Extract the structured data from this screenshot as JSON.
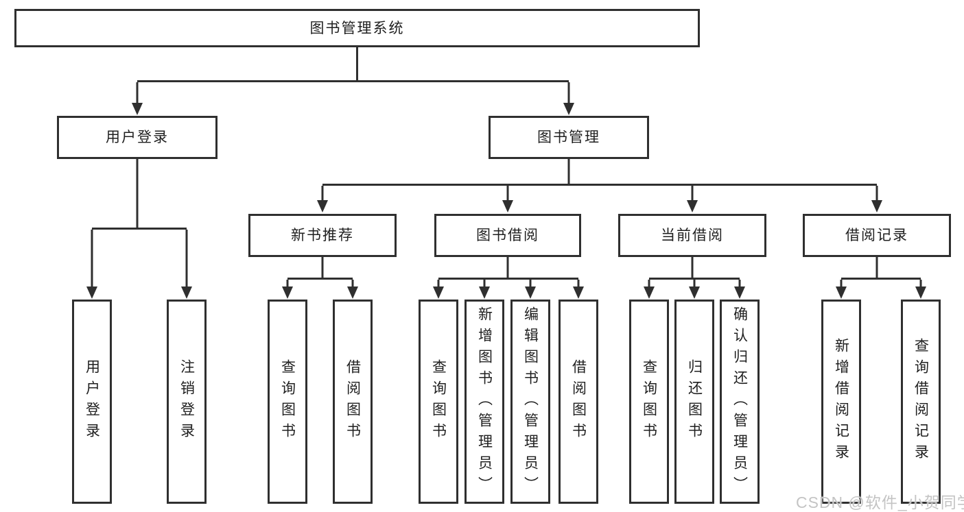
{
  "diagram": {
    "title": "图书管理系统",
    "root": "图书管理系统",
    "level2": {
      "user_login": "用户登录",
      "book_mgmt": "图书管理"
    },
    "level3": {
      "new_books": "新书推荐",
      "book_borrow": "图书借阅",
      "current_borrow": "当前借阅",
      "borrow_records": "借阅记录"
    },
    "leaves": {
      "user_login": [
        "用户登录",
        "注销登录"
      ],
      "new_books": [
        "查询图书",
        "借阅图书"
      ],
      "book_borrow": [
        "查询图书",
        "新增图书（管理员）",
        "编辑图书（管理员）",
        "借阅图书"
      ],
      "current_borrow": [
        "查询图书",
        "归还图书",
        "确认归还（管理员）"
      ],
      "borrow_records": [
        "新增借阅记录",
        "查询借阅记录"
      ]
    }
  },
  "colors": {
    "line": "#2f2f2f",
    "box_background": "#ffffff",
    "text": "#1f1f1f",
    "watermark": "#c4c4c4"
  },
  "watermark": "CSDN @软件_小贺同学"
}
